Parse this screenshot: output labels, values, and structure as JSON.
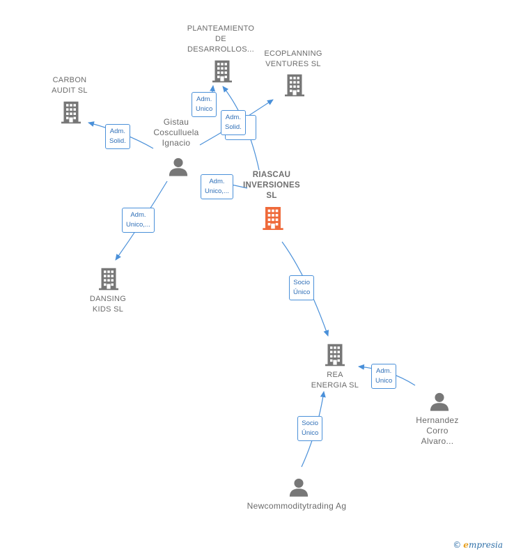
{
  "colors": {
    "edge": "#4a90d9",
    "company": "#777777",
    "focus_company": "#ef6a3a",
    "person": "#777777"
  },
  "nodes": {
    "planteamiento": {
      "label": [
        "PLANTEAMIENTO",
        "DE",
        "DESARROLLOS..."
      ],
      "icon": "building-icon"
    },
    "ecoplanning": {
      "label": [
        "ECOPLANNING",
        "VENTURES  SL"
      ],
      "icon": "building-icon"
    },
    "carbon": {
      "label": [
        "CARBON",
        "AUDIT  SL"
      ],
      "icon": "building-icon"
    },
    "gistau": {
      "label": [
        "Gistau",
        "Cosculluela",
        "Ignacio"
      ],
      "icon": "person-icon"
    },
    "riascau": {
      "label": [
        "RIASCAU",
        "INVERSIONES",
        "SL"
      ],
      "icon": "building-icon"
    },
    "dansing": {
      "label": [
        "DANSING",
        "KIDS SL"
      ],
      "icon": "building-icon"
    },
    "rea": {
      "label": [
        "REA",
        "ENERGIA  SL"
      ],
      "icon": "building-icon"
    },
    "hernandez": {
      "label": [
        "Hernandez",
        "Corro",
        "Alvaro..."
      ],
      "icon": "person-icon"
    },
    "newcommodity": {
      "label": [
        "Newcommoditytrading Ag"
      ],
      "icon": "person-icon"
    }
  },
  "edges": {
    "gistau_carbon": [
      "Adm.",
      "Solid."
    ],
    "gistau_planteamiento": [
      "Adm.",
      "Unico"
    ],
    "gistau_ecoplanning": [
      "Adm.",
      "Solid."
    ],
    "gistau_riascau": [
      "Adm.",
      "Unico,..."
    ],
    "gistau_dansing": [
      "Adm.",
      "Unico,..."
    ],
    "riascau_rea": [
      "Socio",
      "Único"
    ],
    "hernandez_rea": [
      "Adm.",
      "Unico"
    ],
    "newcommodity_rea": [
      "Socio",
      "Único"
    ]
  },
  "credit": {
    "symbol": "©",
    "brand_first": "e",
    "brand_rest": "mpresia"
  }
}
